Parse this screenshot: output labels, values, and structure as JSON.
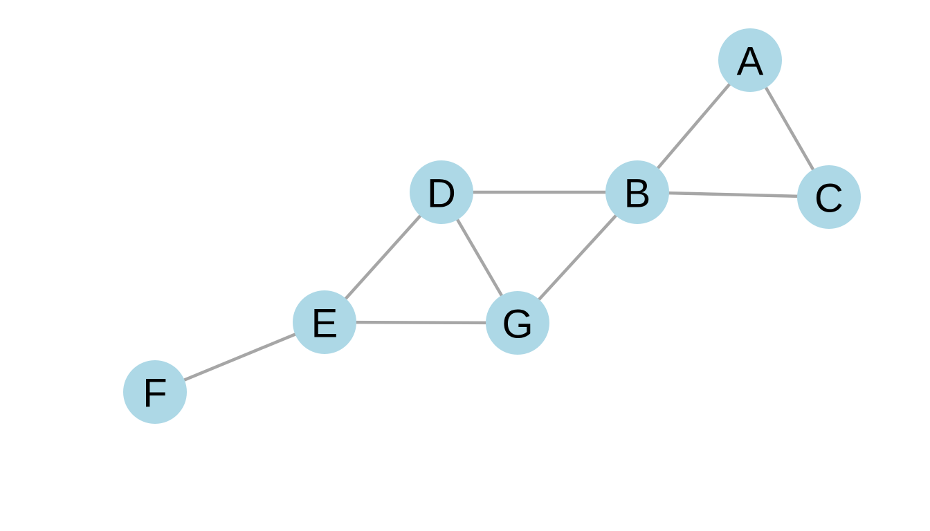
{
  "graph": {
    "colors": {
      "node_fill": "#add8e6",
      "edge": "#a6a6a6",
      "label": "#000000"
    },
    "nodes": [
      {
        "id": "A",
        "label": "A"
      },
      {
        "id": "B",
        "label": "B"
      },
      {
        "id": "C",
        "label": "C"
      },
      {
        "id": "D",
        "label": "D"
      },
      {
        "id": "E",
        "label": "E"
      },
      {
        "id": "F",
        "label": "F"
      },
      {
        "id": "G",
        "label": "G"
      }
    ],
    "edges": [
      [
        "A",
        "B"
      ],
      [
        "A",
        "C"
      ],
      [
        "B",
        "C"
      ],
      [
        "D",
        "B"
      ],
      [
        "D",
        "E"
      ],
      [
        "D",
        "G"
      ],
      [
        "B",
        "G"
      ],
      [
        "E",
        "G"
      ],
      [
        "E",
        "F"
      ]
    ]
  }
}
